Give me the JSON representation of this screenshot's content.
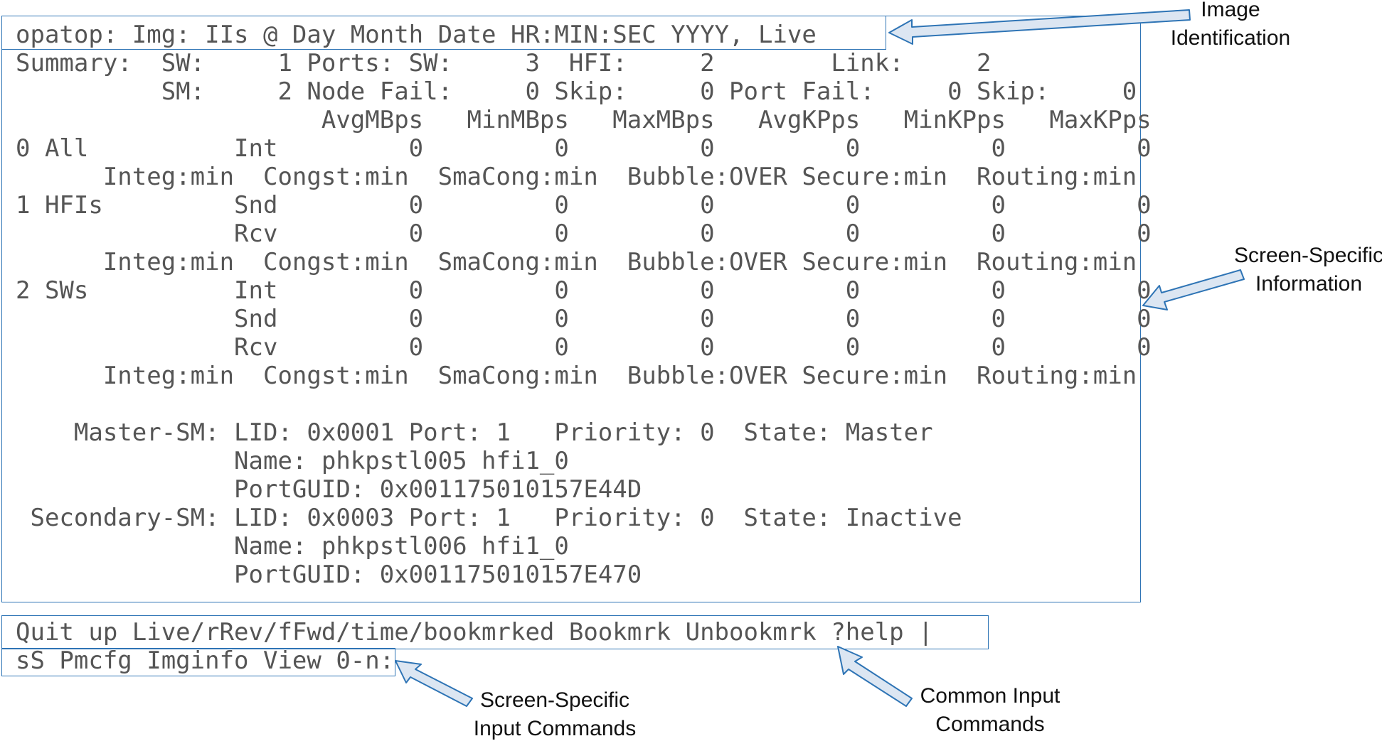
{
  "screen": {
    "title_line": "opatop: Img: IIs @ Day Month Date HR:MIN:SEC YYYY, Live",
    "lines": [
      "Summary:  SW:     1 Ports: SW:     3  HFI:     2        Link:     2",
      "          SM:     2 Node Fail:     0 Skip:     0 Port Fail:     0 Skip:     0",
      "                     AvgMBps   MinMBps   MaxMBps   AvgKPps   MinKPps   MaxKPps",
      "0 All          Int         0         0         0         0         0         0",
      "      Integ:min  Congst:min  SmaCong:min  Bubble:OVER Secure:min  Routing:min",
      "1 HFIs         Snd         0         0         0         0         0         0",
      "               Rcv         0         0         0         0         0         0",
      "      Integ:min  Congst:min  SmaCong:min  Bubble:OVER Secure:min  Routing:min",
      "2 SWs          Int         0         0         0         0         0         0",
      "               Snd         0         0         0         0         0         0",
      "               Rcv         0         0         0         0         0         0",
      "      Integ:min  Congst:min  SmaCong:min  Bubble:OVER Secure:min  Routing:min",
      "",
      "    Master-SM: LID: 0x0001 Port: 1   Priority: 0  State: Master",
      "               Name: phkpstl005 hfi1_0",
      "               PortGUID: 0x001175010157E44D",
      " Secondary-SM: LID: 0x0003 Port: 1   Priority: 0  State: Inactive",
      "               Name: phkpstl006 hfi1_0",
      "               PortGUID: 0x001175010157E470"
    ],
    "command_line_1": "Quit up Live/rRev/fFwd/time/bookmrked Bookmrk Unbookmrk ?help |",
    "command_line_2": "sS Pmcfg Imginfo View 0-n:"
  },
  "callouts": {
    "image_id": [
      "Image",
      "Identification"
    ],
    "screen_info": [
      "Screen-Specific",
      "Information"
    ],
    "screen_input": [
      "Screen-Specific",
      "Input Commands"
    ],
    "common_input": [
      "Common Input",
      "Commands"
    ]
  },
  "colors": {
    "border": "#2e74b5",
    "arrow_fill": "#dce6f2",
    "text": "#555555"
  }
}
